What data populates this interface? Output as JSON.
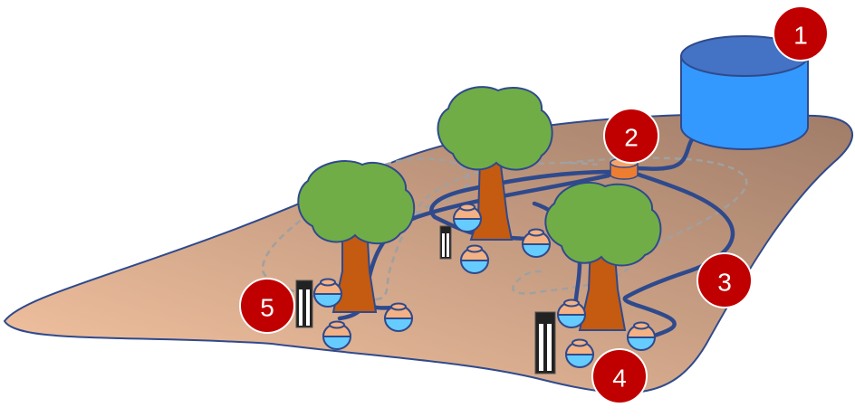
{
  "diagram": {
    "badges": [
      {
        "id": "tank",
        "label": "1"
      },
      {
        "id": "valve",
        "label": "2"
      },
      {
        "id": "pipe",
        "label": "3"
      },
      {
        "id": "pot",
        "label": "4"
      },
      {
        "id": "sensor",
        "label": "5"
      }
    ],
    "colors": {
      "ground_light": "#f7c6a3",
      "ground_dark": "#a07c68",
      "ground_edge": "#2f4a8c",
      "tank_body": "#3399ff",
      "tank_top": "#4472c4",
      "tank_edge": "#2f4a8c",
      "pipe": "#2f4a8c",
      "dashed_ring": "#a0a0a0",
      "valve": "#ed7d31",
      "badge_fill": "#c00000",
      "badge_edge": "#ffffff",
      "foliage": "#70ad47",
      "trunk": "#c55a11",
      "pot_water": "#66ccff",
      "pot_body": "#f4b183",
      "sensor": "#222222"
    }
  }
}
